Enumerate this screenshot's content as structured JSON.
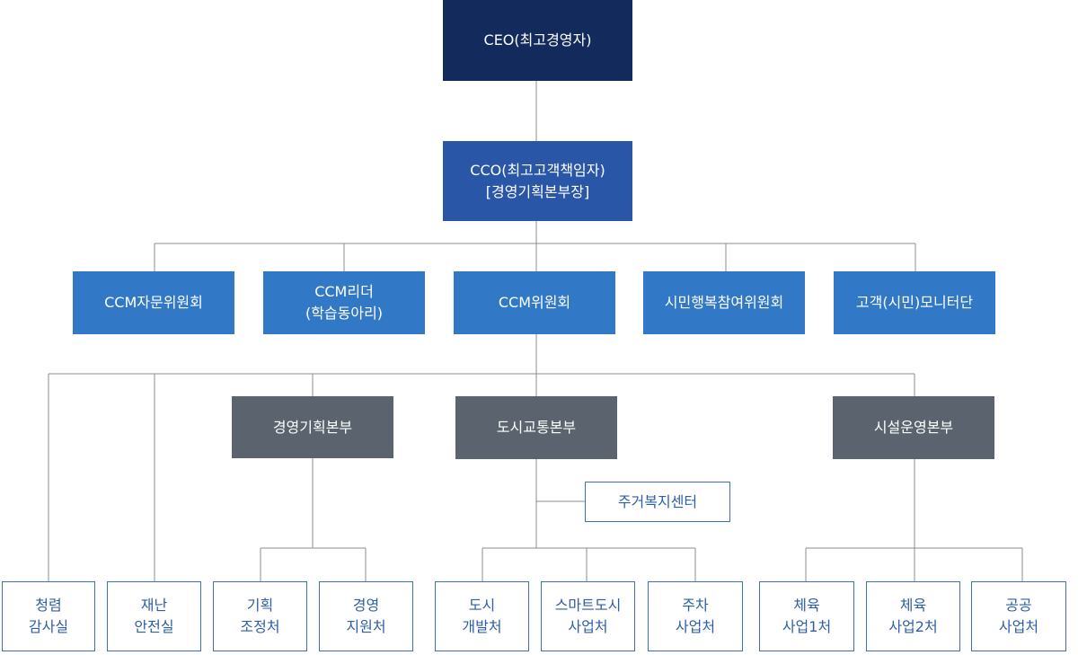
{
  "ceo": "CEO(최고경영자)",
  "cco": {
    "line1": "CCO(최고고객책임자)",
    "line2": "[경영기획본부장]"
  },
  "committees": {
    "advisory": "CCM자문위원회",
    "leader": {
      "line1": "CCM리더",
      "line2": "(학습동아리)"
    },
    "ccm": "CCM위원회",
    "citizen": "시민행복참여위원회",
    "monitor": "고객(시민)모니터단"
  },
  "divisions": {
    "management": "경영기획본부",
    "transport": "도시교통본부",
    "facility": "시설운영본부"
  },
  "housing_center": "주거복지센터",
  "departments": {
    "audit": {
      "line1": "청렴",
      "line2": "감사실"
    },
    "safety": {
      "line1": "재난",
      "line2": "안전실"
    },
    "planning": {
      "line1": "기획",
      "line2": "조정처"
    },
    "support": {
      "line1": "경영",
      "line2": "지원처"
    },
    "development": {
      "line1": "도시",
      "line2": "개발처"
    },
    "smartcity": {
      "line1": "스마트도시",
      "line2": "사업처"
    },
    "parking": {
      "line1": "주차",
      "line2": "사업처"
    },
    "sports1": {
      "line1": "체육",
      "line2": "사업1처"
    },
    "sports2": {
      "line1": "체육",
      "line2": "사업2처"
    },
    "public": {
      "line1": "공공",
      "line2": "사업처"
    }
  }
}
